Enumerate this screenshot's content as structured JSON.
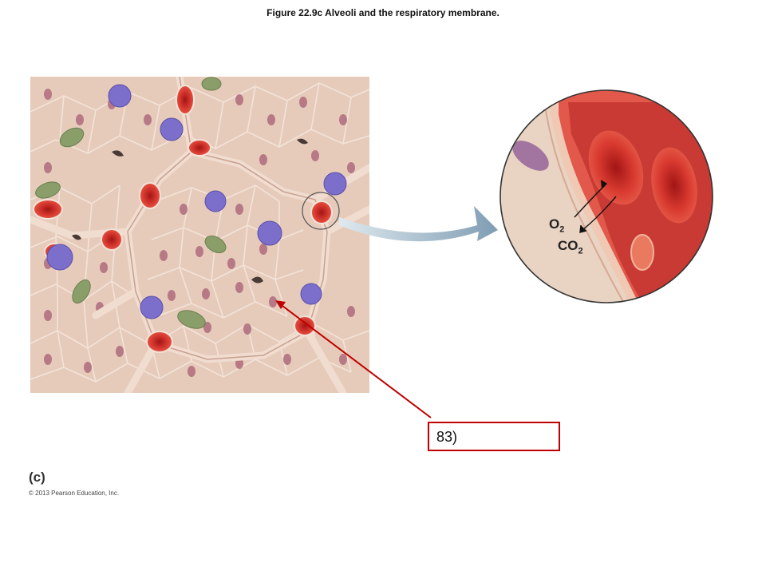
{
  "figure": {
    "title": "Figure 22.9c  Alveoli and the respiratory membrane.",
    "panel_letter": "(c)",
    "copyright": "© 2013 Pearson Education, Inc."
  },
  "labels": {
    "callout": "83)",
    "o2": "O",
    "o2_sub": "2",
    "co2": "CO",
    "co2_sub": "2"
  },
  "colors": {
    "callout_red": "#c00000",
    "tissue": "#e8cfbf",
    "rbc": "#d8322e",
    "macrophage": "#7a6cc8",
    "arrow_blue": "#8aa7bc"
  }
}
